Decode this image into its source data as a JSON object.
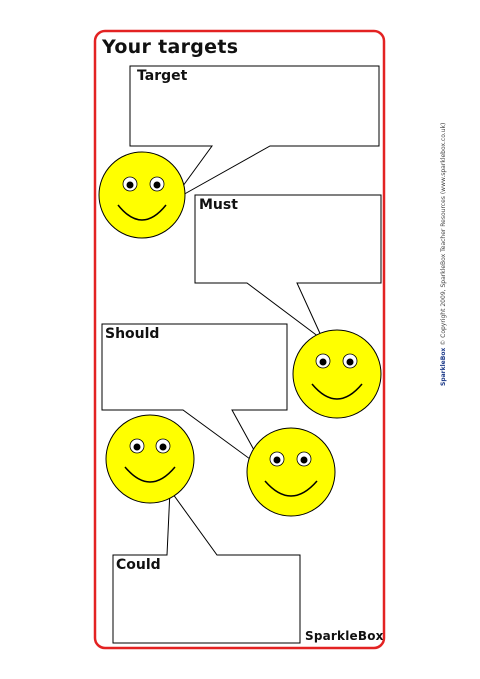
{
  "worksheet": {
    "title": "Your targets",
    "boxes": {
      "target": "Target",
      "must": "Must",
      "should": "Should",
      "could": "Could"
    },
    "brand": "SparkleBox",
    "side_credit": {
      "brand": "SparkleBox",
      "text": "© Copyright 2009, SparkleBox Teacher Resources (www.sparklebox.co.uk)"
    }
  },
  "colors": {
    "frame_border": "#e32222",
    "smiley_fill": "#ffff00",
    "outline": "#000000",
    "box_fill": "#ffffff"
  },
  "icons": [
    "smiley-face-icon",
    "speech-bubble"
  ]
}
